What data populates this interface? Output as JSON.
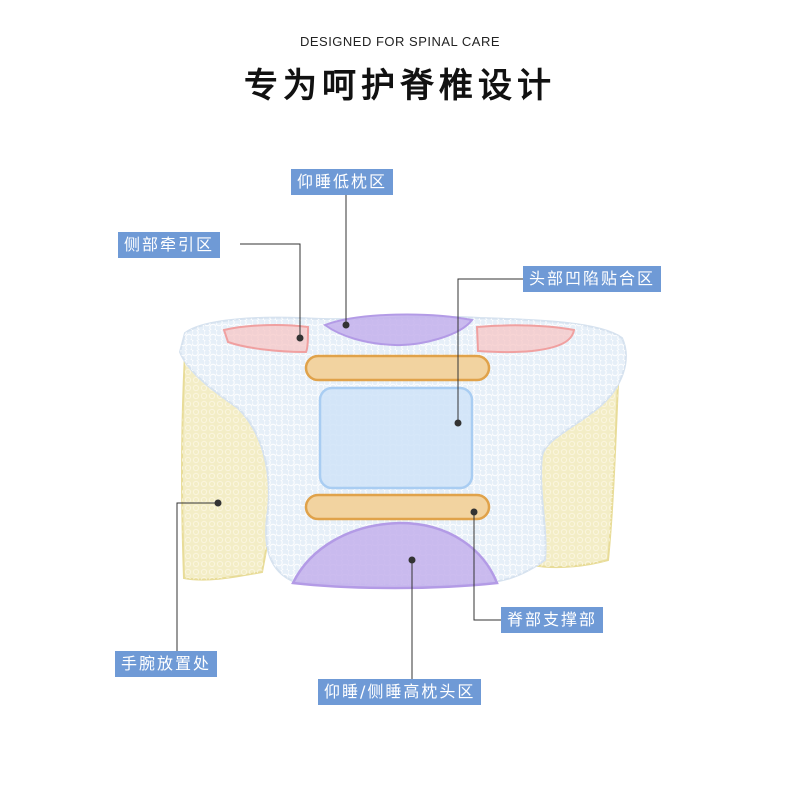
{
  "header": {
    "subtitle": "DESIGNED FOR SPINAL CARE",
    "title": "专为呵护脊椎设计"
  },
  "callouts": [
    {
      "id": "supine-low-zone",
      "text": "仰睡低枕区"
    },
    {
      "id": "side-traction-zone",
      "text": "侧部牵引区"
    },
    {
      "id": "head-recess-zone",
      "text": "头部凹陷贴合区"
    },
    {
      "id": "spine-support",
      "text": "脊部支撑部"
    },
    {
      "id": "wrist-rest",
      "text": "手腕放置处"
    },
    {
      "id": "high-pillow-zone",
      "text": "仰睡/侧睡高枕头区"
    }
  ],
  "colors": {
    "label_bg": "#6f9ad6",
    "pillow_body": "#e6eff8",
    "wing": "#f3edc6",
    "purple_zone": "#b9a3e6",
    "pink_zone": "#f3b3b3",
    "orange_bar": "#f0c98c",
    "center_panel": "#cfe3f8"
  }
}
